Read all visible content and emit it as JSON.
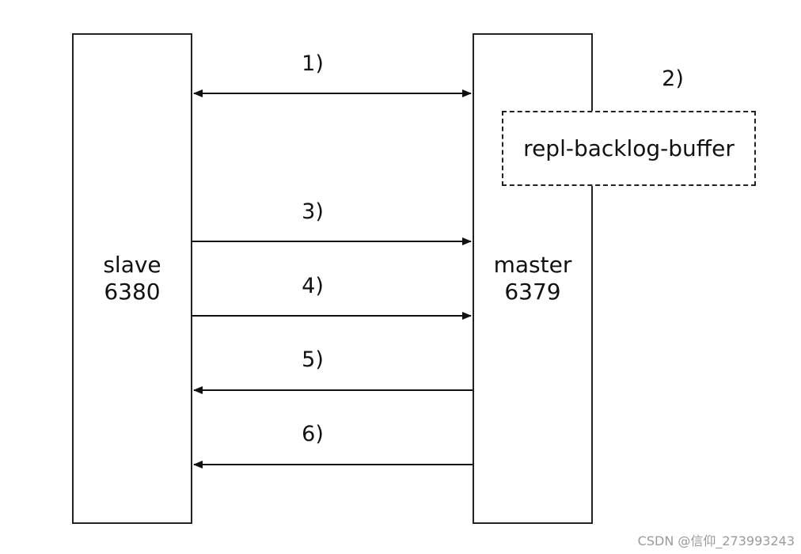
{
  "nodes": {
    "slave": {
      "name": "slave",
      "port": "6380"
    },
    "master": {
      "name": "master",
      "port": "6379"
    }
  },
  "buffer": {
    "label": "repl-backlog-buffer"
  },
  "steps": [
    "1)",
    "2)",
    "3)",
    "4)",
    "5)",
    "6)"
  ],
  "watermark": "CSDN @信仰_273993243"
}
